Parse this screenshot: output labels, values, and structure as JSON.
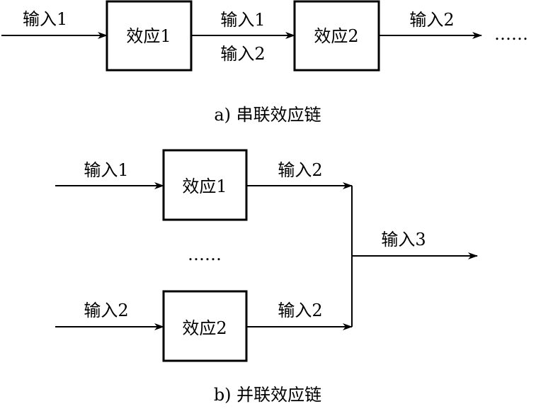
{
  "series_chain": {
    "caption": "a) 串联效应链",
    "input_left": "输入1",
    "box1": "效应1",
    "between_top": "输入1",
    "between_bottom": "输入2",
    "box2": "效应2",
    "input_right": "输入2",
    "ellipsis": "……"
  },
  "parallel_chain": {
    "caption": "b) 并联效应链",
    "top_input": "输入1",
    "top_box": "效应1",
    "top_output": "输入2",
    "middle_ellipsis": "……",
    "bottom_input": "输入2",
    "bottom_box": "效应2",
    "bottom_output": "输入2",
    "merged_output": "输入3"
  },
  "colors": {
    "stroke": "#000000",
    "background": "#ffffff"
  }
}
